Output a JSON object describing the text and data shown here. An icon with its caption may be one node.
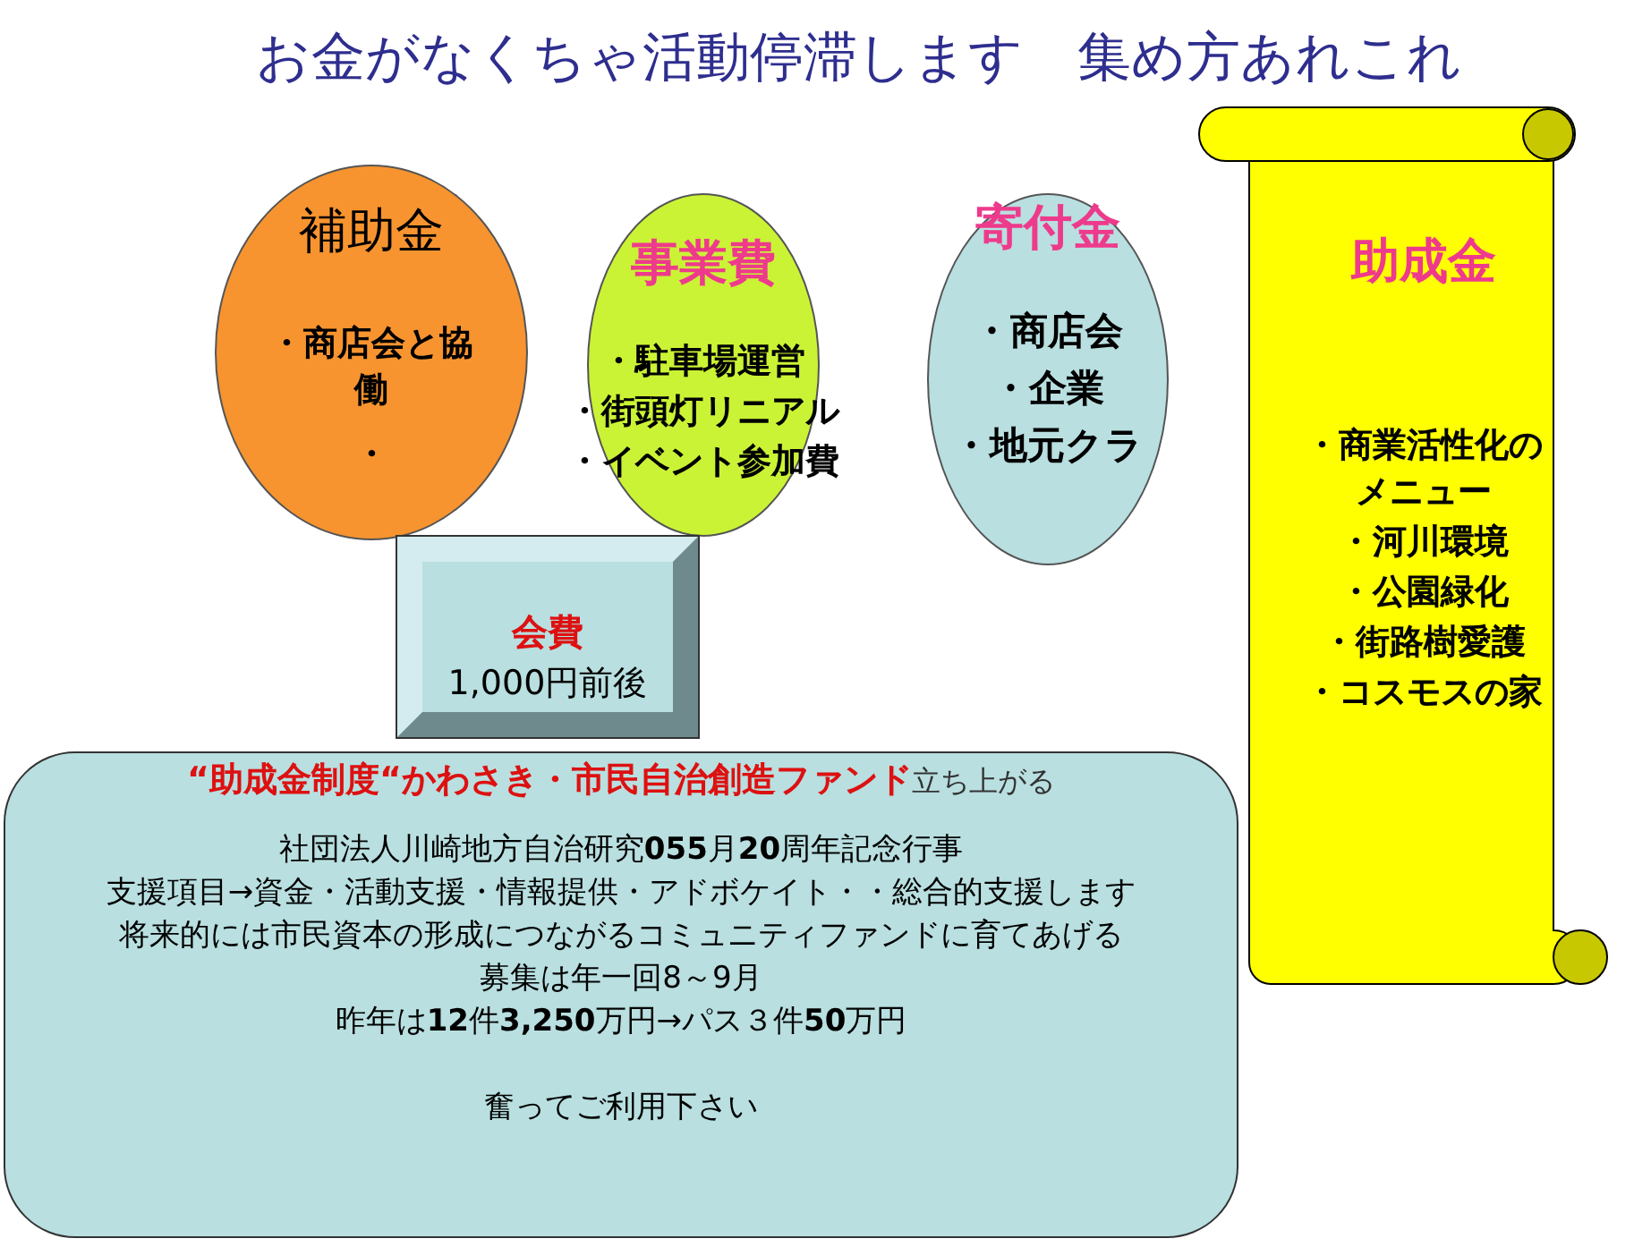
{
  "diagram": {
    "title": "お金がなくちゃ活動停滞します　集め方あれこれ",
    "nodes": [
      {
        "text": [
          "補助金",
          "・商店会と協働",
          "・"
        ]
      },
      {
        "text": [
          "事業費",
          "・駐車場運営",
          "・街頭灯リニアル",
          "・イベント参加費"
        ]
      },
      {
        "text": [
          "寄付金",
          "・商店会",
          "・企業",
          "・地元クラ"
        ]
      },
      {
        "text": [
          "会費",
          "1,000円前後"
        ]
      },
      {
        "text": [
          "助成金",
          "・商業活性化のメニュー",
          "・河川環境",
          "・公園緑化",
          "・街路樹愛護",
          "・コスモスの家"
        ]
      },
      {
        "text": [
          "**“助成金制度“かわさき・市民自治創造ファンド**立ち上がる",
          "社団法人川崎地方自治研究**055**月**20**周年記念行事",
          "支援項目→資金・活動支援・情報提供・アドボケイト・・総合的支援します",
          "将来的には市民資本の形成につながるコミュニティファンドに育てあげる",
          "募集は年一回8～9月",
          "昨年は**12**件**3,250**万円→パス３件**50**万円",
          "奮ってご利用下さい"
        ]
      }
    ],
    "edges": []
  }
}
